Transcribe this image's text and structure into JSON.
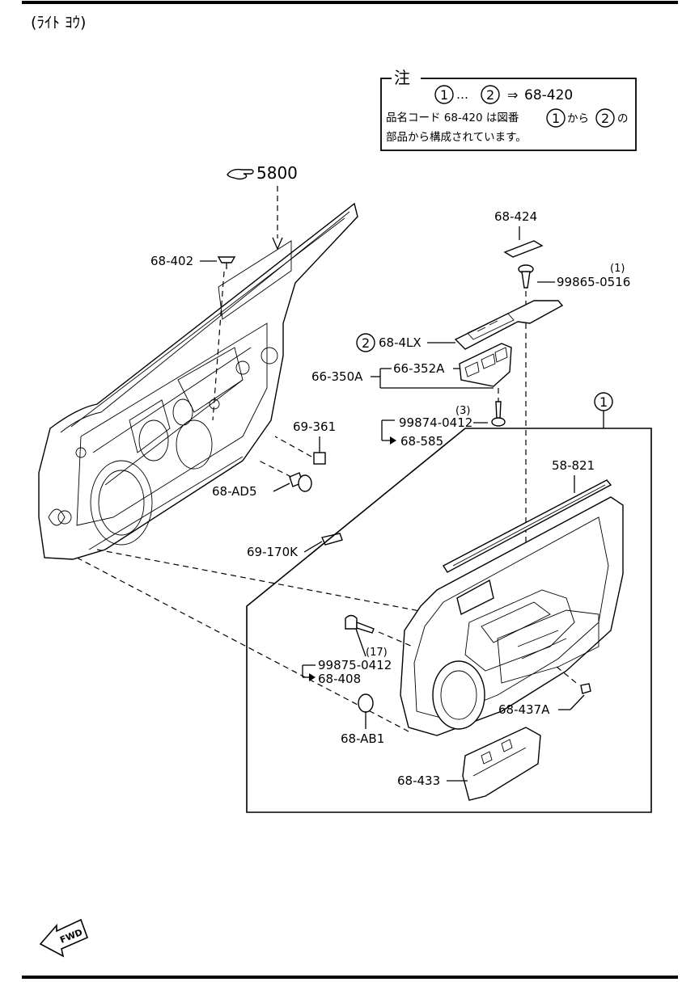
{
  "header": {
    "title": "(ﾗｲﾄ ﾖｳ)"
  },
  "note": {
    "title": "注",
    "circle1": "1",
    "ellipsis": "…",
    "circle2": "2",
    "arrow": "⇒",
    "code": "68-420",
    "line2_pre": "品名コード 68-420 は図番",
    "line2_mid": "から",
    "line2_post": "の",
    "line3": "部品から構成されています。"
  },
  "labels": {
    "ref_5800": "5800",
    "p68_402": "68-402",
    "p68_424": "68-424",
    "p99865_qty": "(1)",
    "p99865": "99865-0516",
    "p68_4lx_num": "2",
    "p68_4lx": "68-4LX",
    "p66_352a": "66-352A",
    "p66_350a": "66-350A",
    "p99874_qty": "(3)",
    "p99874": "99874-0412",
    "p68_585": "68-585",
    "p69_361": "69-361",
    "p68_ad5": "68-AD5",
    "p69_170k": "69-170K",
    "assy_num": "1",
    "p58_821": "58-821",
    "p99875_qty": "(17)",
    "p99875": "99875-0412",
    "p68_408": "68-408",
    "p68_437a": "68-437A",
    "p68_ab1": "68-AB1",
    "p68_433": "68-433",
    "fwd": "FWD"
  }
}
